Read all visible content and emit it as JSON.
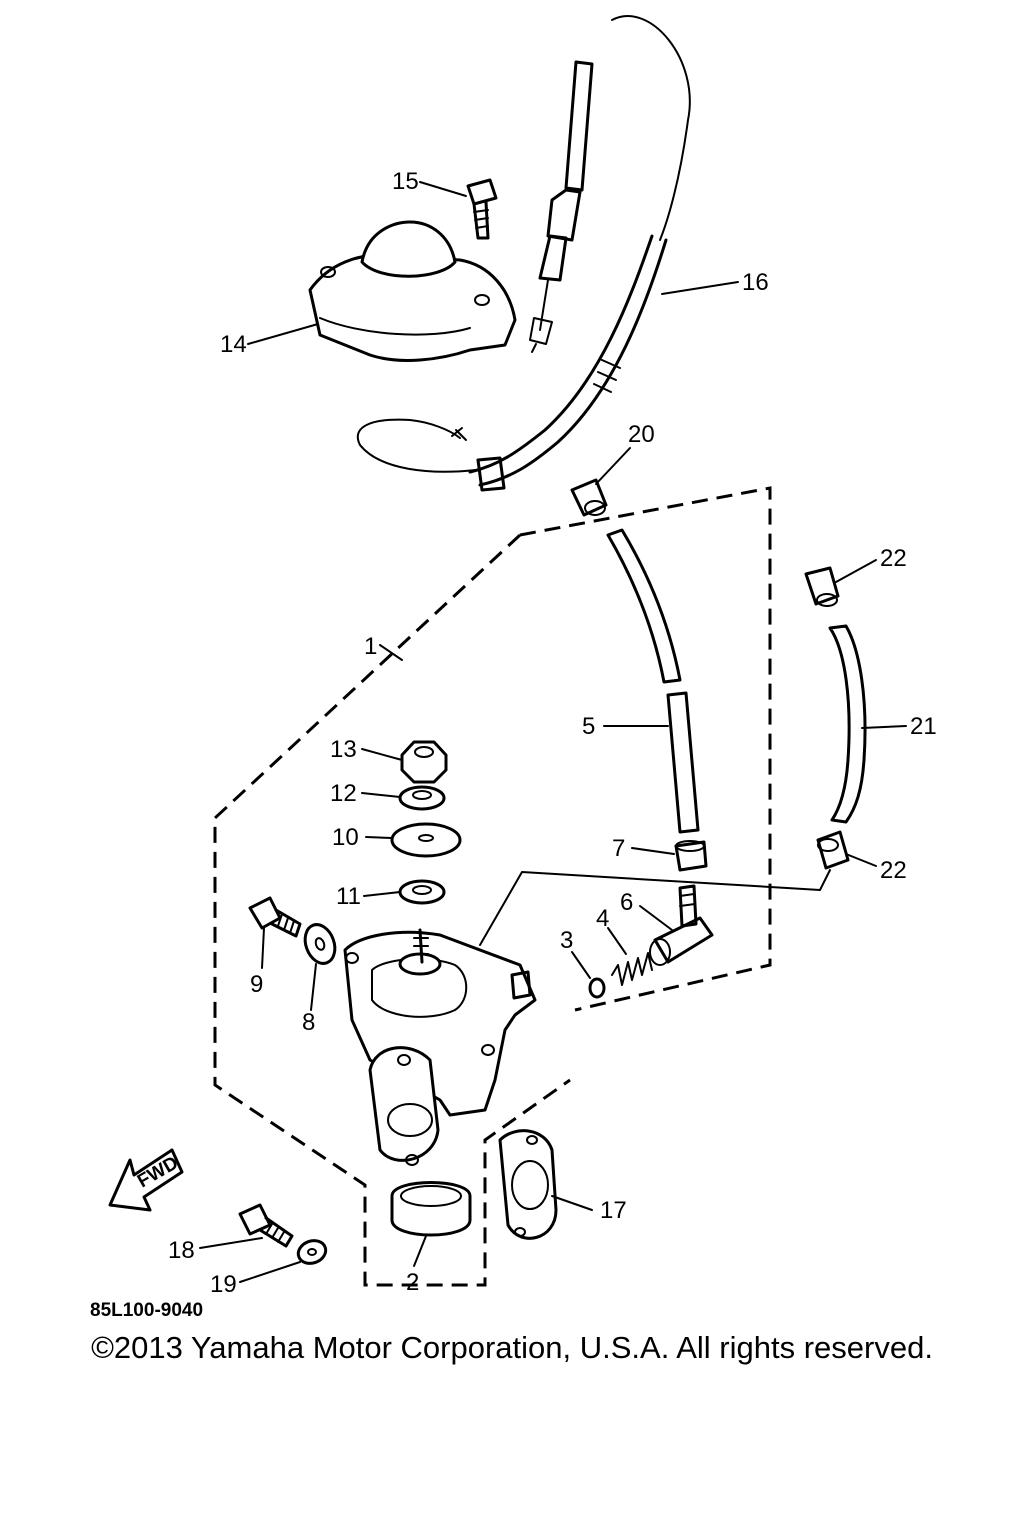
{
  "diagram": {
    "callouts": [
      {
        "id": "1",
        "label": "1"
      },
      {
        "id": "2",
        "label": "2"
      },
      {
        "id": "3",
        "label": "3"
      },
      {
        "id": "4",
        "label": "4"
      },
      {
        "id": "5",
        "label": "5"
      },
      {
        "id": "6",
        "label": "6"
      },
      {
        "id": "7",
        "label": "7"
      },
      {
        "id": "8",
        "label": "8"
      },
      {
        "id": "9",
        "label": "9"
      },
      {
        "id": "10",
        "label": "10"
      },
      {
        "id": "11",
        "label": "11"
      },
      {
        "id": "12",
        "label": "12"
      },
      {
        "id": "13",
        "label": "13"
      },
      {
        "id": "14",
        "label": "14"
      },
      {
        "id": "15",
        "label": "15"
      },
      {
        "id": "16",
        "label": "16"
      },
      {
        "id": "17",
        "label": "17"
      },
      {
        "id": "18",
        "label": "18"
      },
      {
        "id": "19",
        "label": "19"
      },
      {
        "id": "20",
        "label": "20"
      },
      {
        "id": "21",
        "label": "21"
      },
      {
        "id": "22a",
        "label": "22"
      },
      {
        "id": "22b",
        "label": "22"
      }
    ],
    "fwd_label": "FWD",
    "drawing_code": "85L100-9040"
  },
  "copyright": "©2013 Yamaha Motor Corporation, U.S.A. All rights reserved."
}
